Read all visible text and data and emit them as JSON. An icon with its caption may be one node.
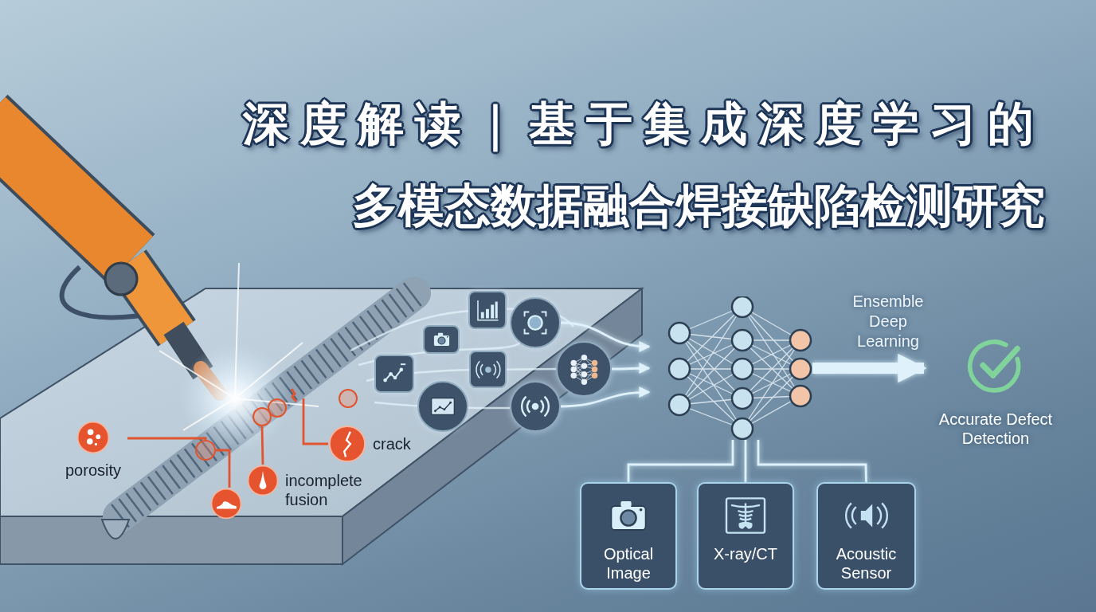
{
  "diagram": {
    "title": "深度解读｜基于集成深度学习的多模态数据融合焊接缺陷检测研究",
    "nodes": [
      {
        "text": [
          "porosity"
        ]
      },
      {
        "text": [],
        "shape": "circle"
      },
      {
        "text": [
          "incomplete fusion"
        ]
      },
      {
        "text": [
          "crack"
        ]
      },
      {
        "text": [],
        "shape": "circle"
      },
      {
        "text": [],
        "shape": "circle"
      },
      {
        "text": [],
        "shape": "circle"
      },
      {
        "text": [],
        "shape": "circle"
      },
      {
        "text": [],
        "shape": "picture"
      },
      {
        "text": [],
        "shape": "picture"
      },
      {
        "text": [],
        "shape": "picture"
      },
      {
        "text": [],
        "shape": "picture"
      },
      {
        "text": [],
        "shape": "picture"
      },
      {
        "text": [],
        "shape": "picture"
      },
      {
        "text": [],
        "shape": "picture"
      },
      {
        "text": [],
        "shape": "picture"
      },
      {
        "text": [],
        "shape": "picture"
      },
      {
        "text": [
          "Accurate Defect Detection"
        ]
      },
      {
        "text": [
          "Optical Image"
        ]
      },
      {
        "text": [
          "X-ray/CT"
        ]
      },
      {
        "text": [
          "Acoustic Sensor"
        ]
      }
    ],
    "edges": [
      {
        "from": 0,
        "to": 4,
        "arrow": "none",
        "color": "#e0542e"
      },
      {
        "from": 1,
        "to": 4,
        "arrow": "none",
        "color": "#e0542e"
      },
      {
        "from": 2,
        "to": 5,
        "arrow": "none",
        "color": "#e0542e"
      },
      {
        "from": 3,
        "to": null,
        "arrow": "none",
        "color": "#e0542e"
      },
      {
        "from": 11,
        "to": 16,
        "arrow": "to"
      },
      {
        "from": 13,
        "to": 16,
        "arrow": "to"
      },
      {
        "from": 15,
        "to": 16,
        "arrow": "to"
      },
      {
        "from": 16,
        "to": 17,
        "arrow": "to",
        "style": "thick"
      },
      {
        "from": 18,
        "to": 16,
        "arrow": "none"
      },
      {
        "from": 19,
        "to": 16,
        "arrow": "none"
      },
      {
        "from": 20,
        "to": 16,
        "arrow": "none"
      }
    ],
    "labels": [
      "Ensemble Deep Learning"
    ]
  }
}
